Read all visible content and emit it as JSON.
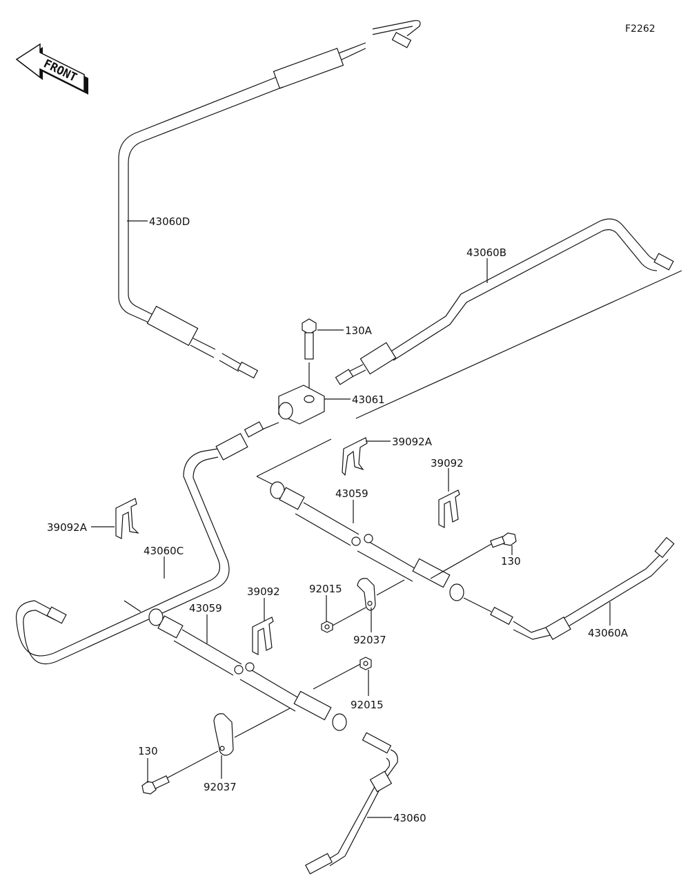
{
  "diagram": {
    "figure_code": "F2262",
    "front_arrow_label": "FRONT",
    "callouts": [
      {
        "id": "43060D",
        "label": "43060D"
      },
      {
        "id": "43060B",
        "label": "43060B"
      },
      {
        "id": "130A",
        "label": "130A"
      },
      {
        "id": "43061",
        "label": "43061"
      },
      {
        "id": "39092A-upper",
        "label": "39092A"
      },
      {
        "id": "39092-upper",
        "label": "39092"
      },
      {
        "id": "43059-upper",
        "label": "43059"
      },
      {
        "id": "130-right",
        "label": "130"
      },
      {
        "id": "43060A",
        "label": "43060A"
      },
      {
        "id": "39092A-left",
        "label": "39092A"
      },
      {
        "id": "43060C",
        "label": "43060C"
      },
      {
        "id": "39092-lower",
        "label": "39092"
      },
      {
        "id": "43059-lower",
        "label": "43059"
      },
      {
        "id": "92015-upper",
        "label": "92015"
      },
      {
        "id": "92037-upper",
        "label": "92037"
      },
      {
        "id": "92015-lower",
        "label": "92015"
      },
      {
        "id": "130-left",
        "label": "130"
      },
      {
        "id": "92037-lower",
        "label": "92037"
      },
      {
        "id": "43060",
        "label": "43060"
      }
    ]
  }
}
